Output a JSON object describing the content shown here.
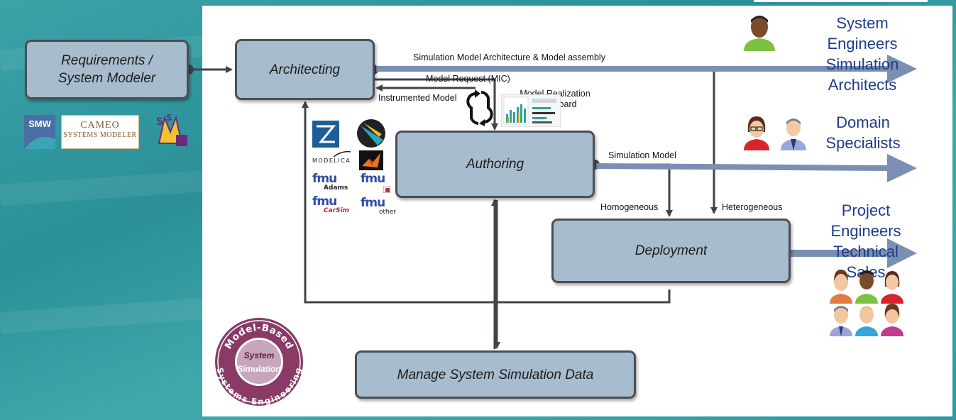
{
  "boxes": {
    "requirements": "Requirements /\nSystem Modeler",
    "architecting": "Architecting",
    "authoring": "Authoring",
    "deployment": "Deployment",
    "manage": "Manage System Simulation Data"
  },
  "labels": {
    "sim_arch": "Simulation Model Architecture & Model assembly",
    "model_request": "Model Request (MIC)",
    "instrumented": "Instrumented Model",
    "dashboard": "Model Realization\nDashboard",
    "sim_model": "Simulation Model",
    "homogeneous": "Homogeneous",
    "heterogeneous": "Heterogeneous"
  },
  "roles": {
    "r1": "System Engineers\nSimulation Architects",
    "r2": "Domain\nSpecialists",
    "r3": "Project Engineers\nTechnical Sales"
  },
  "logos": {
    "smw": "SMW",
    "cameo_big": "CAMEO",
    "cameo_sub": "SYSTEMS MODELER",
    "modelica": "MODELICA",
    "fmu": "fmu",
    "adams": "Adams",
    "carsim": "CarSim",
    "other": "other"
  },
  "seal": {
    "top": "Model-Based",
    "bottom": "Systems Engineering",
    "center1": "System",
    "center2": "Simulation"
  },
  "colors": {
    "box_fill": "#a7bccd",
    "box_border": "#4a4f55",
    "flow_arrow": "#7b8fb2",
    "role_text": "#1f3c8a",
    "seal": "#8a3a66"
  }
}
